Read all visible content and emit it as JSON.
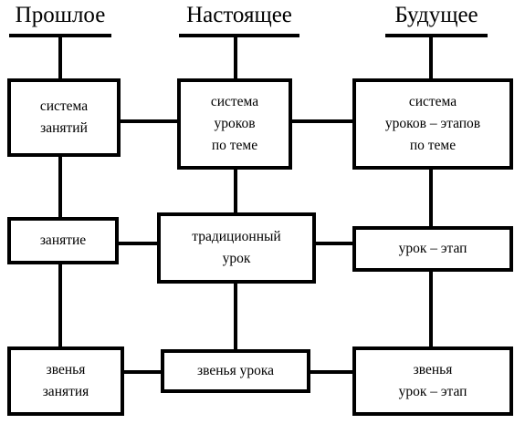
{
  "columns": {
    "past": "Прошлое",
    "present": "Настоящее",
    "future": "Будущее"
  },
  "boxes": {
    "past_system": "система\nзанятий",
    "present_system": "система\nуроков\nпо теме",
    "future_system": "система\nуроков – этапов\nпо теме",
    "past_unit": "занятие",
    "present_unit": "традиционный\nурок",
    "future_unit": "урок – этап",
    "past_links": "звенья\nзанятия",
    "present_links": "звенья урока",
    "future_links": "звенья\nурок – этап"
  }
}
